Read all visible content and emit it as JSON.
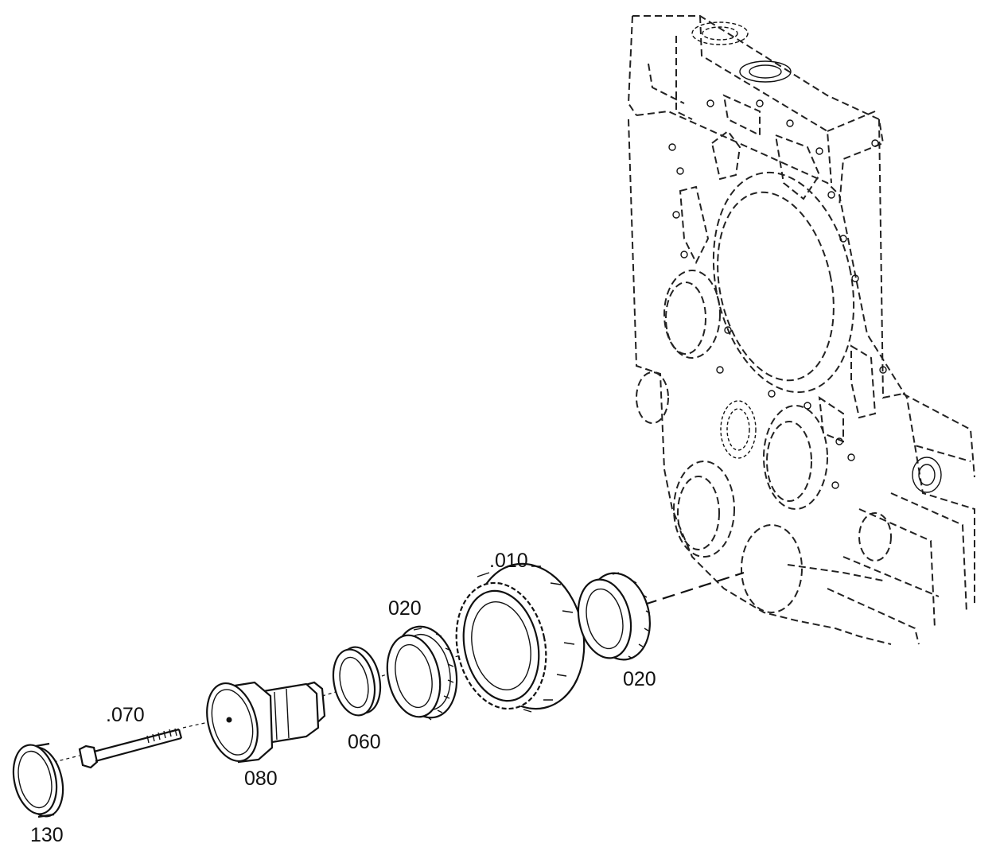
{
  "parts": [
    {
      "id": "p010",
      "label": ".010"
    },
    {
      "id": "p020a",
      "label": "020"
    },
    {
      "id": "p020b",
      "label": "020"
    },
    {
      "id": "p060",
      "label": "060"
    },
    {
      "id": "p070",
      "label": ".070"
    },
    {
      "id": "p080",
      "label": "080"
    },
    {
      "id": "p130",
      "label": "130"
    }
  ]
}
